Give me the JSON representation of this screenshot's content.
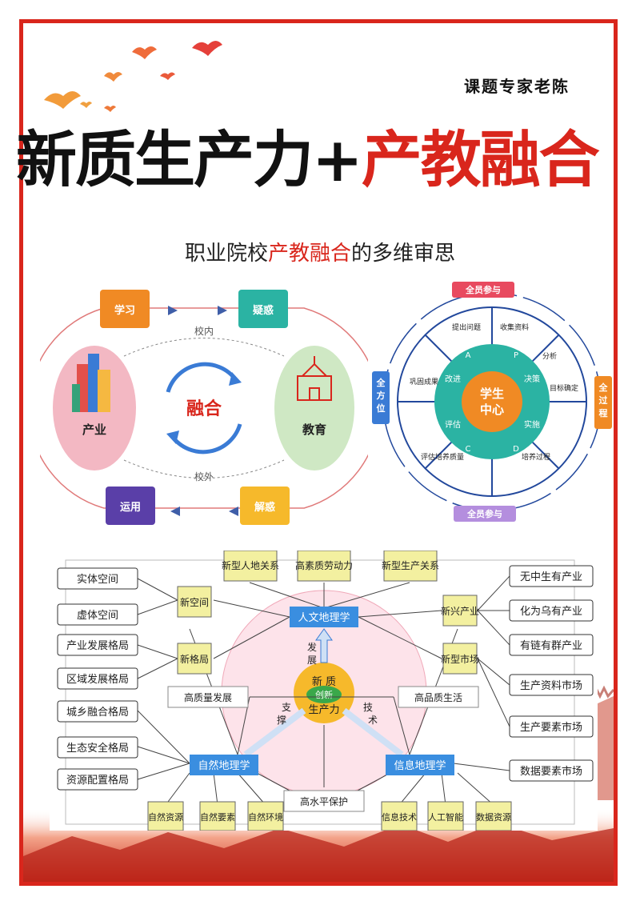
{
  "author": "课题专家老陈",
  "title": {
    "part1": "新质生产力",
    "plus": "+",
    "part2": "产教融合"
  },
  "subtitle": {
    "pre": "职业院校",
    "highlight": "产教融合",
    "post": "的多维审思"
  },
  "cycle_diagram": {
    "top_left": "学习",
    "top_right": "疑惑",
    "bottom_left": "运用",
    "bottom_right": "解惑",
    "left_circle": "产业",
    "right_circle": "教育",
    "center": "融合",
    "inner_top": "校内",
    "inner_bottom": "校外",
    "colors": {
      "orange": "#f08a24",
      "teal": "#2bb3a3",
      "purple": "#5a3fa8",
      "yellow": "#f6b92b",
      "pink": "#f3b8c3",
      "green": "#cfe8c4"
    }
  },
  "wheel_diagram": {
    "top": "全员参与",
    "bottom": "全员参与",
    "left": "全方位",
    "right": "全过程",
    "center_line1": "学生",
    "center_line2": "中心",
    "ring": [
      "A",
      "P",
      "D",
      "C"
    ],
    "inner": [
      "改进",
      "决策",
      "实施",
      "评估"
    ],
    "outer": [
      "提出问题",
      "收集资料",
      "分析",
      "目标确定",
      "培养过程",
      "评估培养质量",
      "巩固成果"
    ]
  },
  "geo_diagram": {
    "left_col": [
      "实体空间",
      "虚体空间",
      "产业发展格局",
      "区域发展格局",
      "城乡融合格局",
      "生态安全格局",
      "资源配置格局"
    ],
    "right_col": [
      "无中生有产业",
      "化为乌有产业",
      "有链有群产业",
      "生产资料市场",
      "生产要素市场",
      "数据要素市场"
    ],
    "top_row": [
      "新型人地关系",
      "高素质劳动力",
      "新型生产关系"
    ],
    "bottom_row": [
      "自然资源",
      "自然要素",
      "自然环境",
      "信息技术",
      "人工智能",
      "数据资源"
    ],
    "mid_left": [
      "新空间",
      "新格局"
    ],
    "mid_right": [
      "新兴产业",
      "新型市场"
    ],
    "humanistic": "人文地理学",
    "natural": "自然地理学",
    "information": "信息地理学",
    "high_dev": "高质量发展",
    "high_life": "高品质生活",
    "high_protect": "高水平保护",
    "core_top": "新 质",
    "core_mid": "创新",
    "core_bot": "生产力",
    "arrow_up": "发展",
    "arrow_left": "支撑",
    "arrow_right": "技术"
  }
}
